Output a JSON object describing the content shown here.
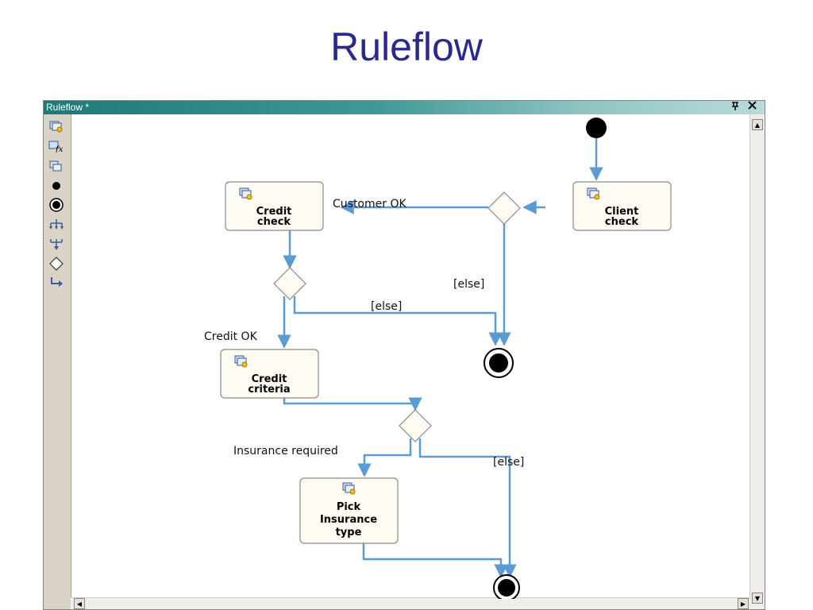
{
  "slide": {
    "title": "Ruleflow"
  },
  "window": {
    "title": "Ruleflow *",
    "pin_glyph": "ᵖ",
    "close_glyph": "✕"
  },
  "palette": {
    "items": [
      {
        "icon": "rule-set-icon"
      },
      {
        "icon": "action-icon"
      },
      {
        "icon": "subflow-icon"
      },
      {
        "icon": "start-icon"
      },
      {
        "icon": "end-icon"
      },
      {
        "icon": "split-icon"
      },
      {
        "icon": "join-icon"
      },
      {
        "icon": "decision-icon"
      },
      {
        "icon": "connection-icon"
      }
    ]
  },
  "diagram": {
    "nodes": {
      "client_check": [
        "Client",
        "check"
      ],
      "credit_check": [
        "Credit",
        "check"
      ],
      "credit_criteria": [
        "Credit",
        "criteria"
      ],
      "pick_insurance": [
        "Pick",
        "Insurance",
        "type"
      ]
    },
    "edge_labels": {
      "customer_ok": "Customer OK",
      "else_1": "[else]",
      "else_2": "[else]",
      "credit_ok": "Credit OK",
      "insurance_required": "Insurance required",
      "else_3": "[else]"
    }
  },
  "colors": {
    "edge": "#5b9bd5",
    "node_fill": "#fdfbf2",
    "node_border": "#8a8a8a",
    "title": "#2a2a8c"
  }
}
